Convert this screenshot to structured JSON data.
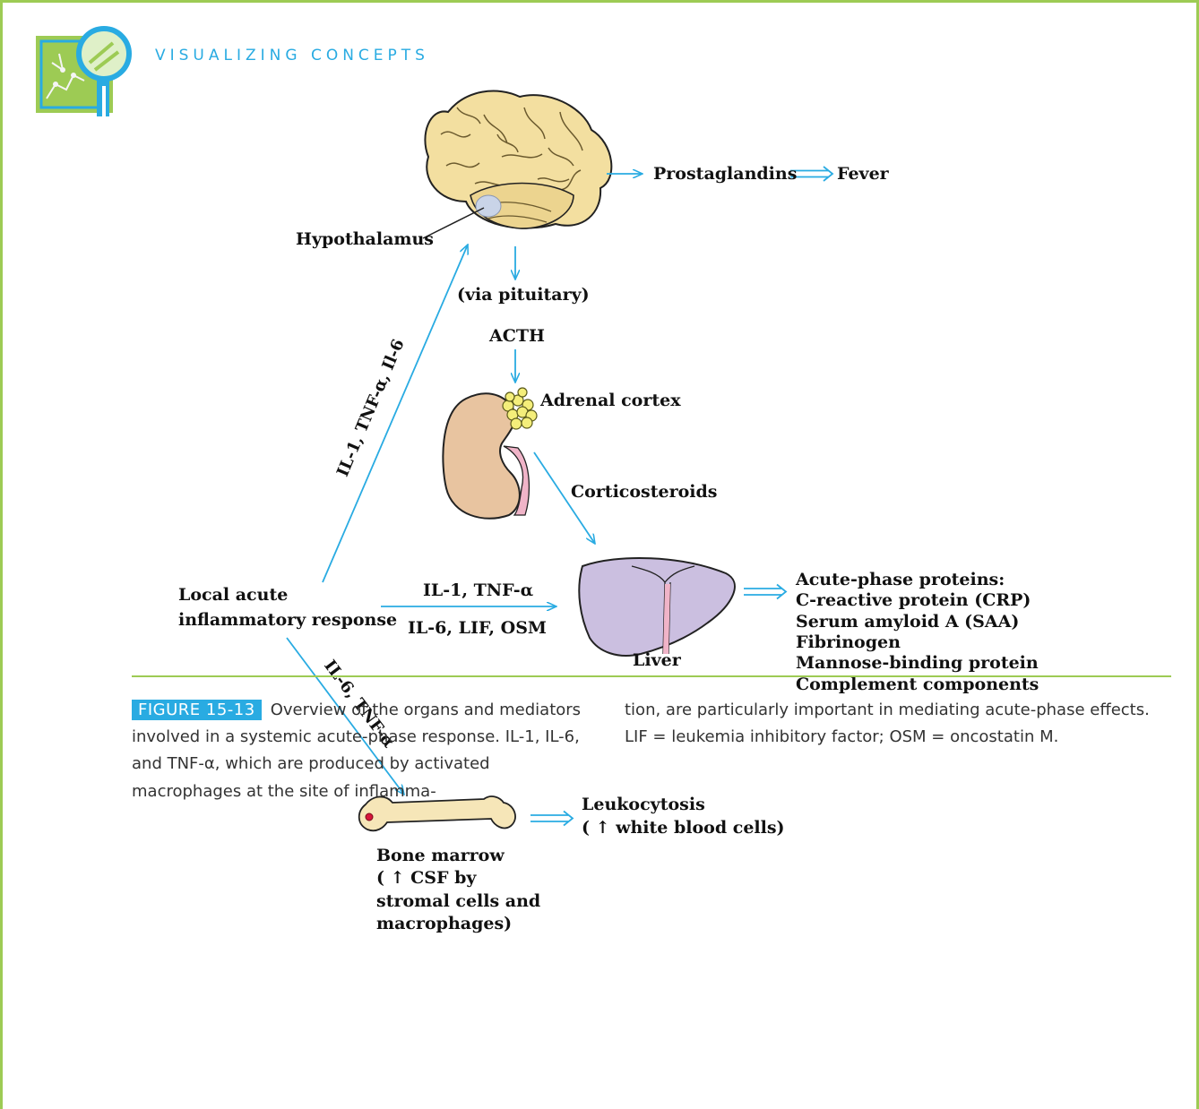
{
  "header": {
    "banner": "VISUALIZING CONCEPTS"
  },
  "labels": {
    "prostaglandins": "Prostaglandins",
    "fever": "Fever",
    "hypothalamus": "Hypothalamus",
    "via_pituitary": "(via pituitary)",
    "acth": "ACTH",
    "adrenal_cortex": "Adrenal cortex",
    "corticosteroids": "Corticosteroids",
    "local_response_1": "Local acute",
    "local_response_2": "inflammatory response",
    "il1_tnf_il6_diag": "IL-1, TNF-α, Il-6",
    "il1_tnf": "IL-1, TNF-α",
    "il6_lif_osm": "IL-6, LIF, OSM",
    "liver": "Liver",
    "il6_tnf_diag": "IL-6, TNF-α",
    "acute_phase": [
      "Acute-phase proteins:",
      "C-reactive protein (CRP)",
      "Serum amyloid A (SAA)",
      "Fibrinogen",
      "Mannose-binding protein",
      "Complement components"
    ],
    "leukocytosis_1": "Leukocytosis",
    "leukocytosis_2": "( ↑  white blood cells)",
    "bone_marrow": [
      "Bone marrow",
      "( ↑  CSF by",
      "stromal cells and",
      "macrophages)"
    ]
  },
  "caption": {
    "figure_label": "FIGURE 15-13",
    "col1": "Overview of the organs and mediators involved in a systemic acute-phase response. IL-1, IL-6, and TNF-α, which are produced by activated macrophages at the site of inflamma-",
    "col2": "tion, are particularly important in mediating acute-phase effects. LIF = leukemia inhibitory factor; OSM = oncostatin M."
  },
  "colors": {
    "border": "#9dcb54",
    "arrow": "#29abe2",
    "brain": "#f3dfa0",
    "kidney": "#e8c4a0",
    "adrenal": "#f4ee7a",
    "liver": "#cbbfe0",
    "bone": "#f6e6b8",
    "marrow_dot": "#d6163c"
  }
}
